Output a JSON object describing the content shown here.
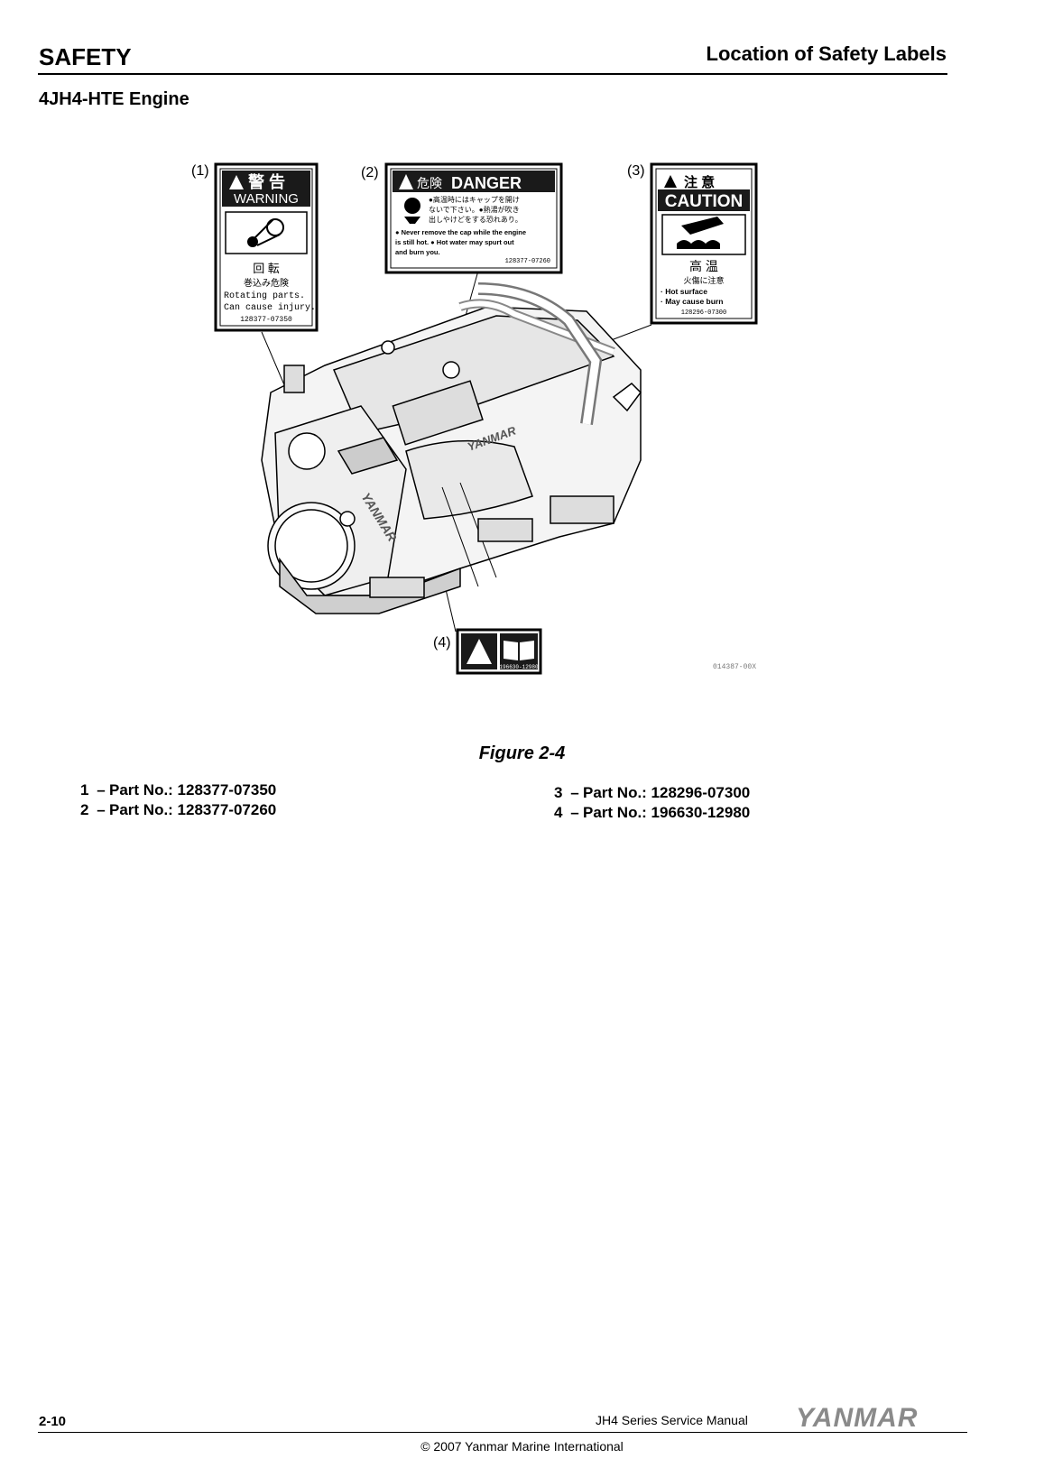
{
  "header": {
    "left": "SAFETY",
    "right": "Location of Safety Labels"
  },
  "subtitle": "4JH4-HTE Engine",
  "figure": {
    "callouts": [
      "(1)",
      "(2)",
      "(3)",
      "(4)"
    ],
    "label1": {
      "jp_title": "警 告",
      "title": "WARNING",
      "jp_text1": "回 転",
      "jp_text2": "巻込み危険",
      "line1": "Rotating parts.",
      "line2": "Can cause injury.",
      "part": "128377-07350"
    },
    "label2": {
      "jp_title": "危険",
      "title": "DANGER",
      "jp_line1": "●高温時にはキャップを開け",
      "jp_line2": "ないで下さい。●熱湯が吹き",
      "jp_line3": "出しやけどをする恐れあり。",
      "line1": "● Never remove the cap while the engine",
      "line2": "is still hot.    ● Hot water may spurt out",
      "line3": "and burn you.",
      "part": "128377-07260"
    },
    "label3": {
      "jp_title": "注 意",
      "title": "CAUTION",
      "jp_text1": "高 温",
      "jp_text2": "火傷に注意",
      "line1": "· Hot surface",
      "line2": "· May cause burn",
      "part": "128296-07300"
    },
    "label4": {
      "part": "196630-12980"
    },
    "drawing_id": "014387-00X",
    "engine_brand": "YANMAR"
  },
  "caption": "Figure 2-4",
  "parts": [
    {
      "num": "1",
      "text": "Part No.: 128377-07350"
    },
    {
      "num": "2",
      "text": "Part No.: 128377-07260"
    },
    {
      "num": "3",
      "text": "Part No.: 128296-07300"
    },
    {
      "num": "4",
      "text": "Part No.: 196630-12980"
    }
  ],
  "footer": {
    "page": "2-10",
    "manual": "JH4 Series Service Manual",
    "logo": "YANMAR",
    "copyright": "© 2007 Yanmar Marine International"
  }
}
